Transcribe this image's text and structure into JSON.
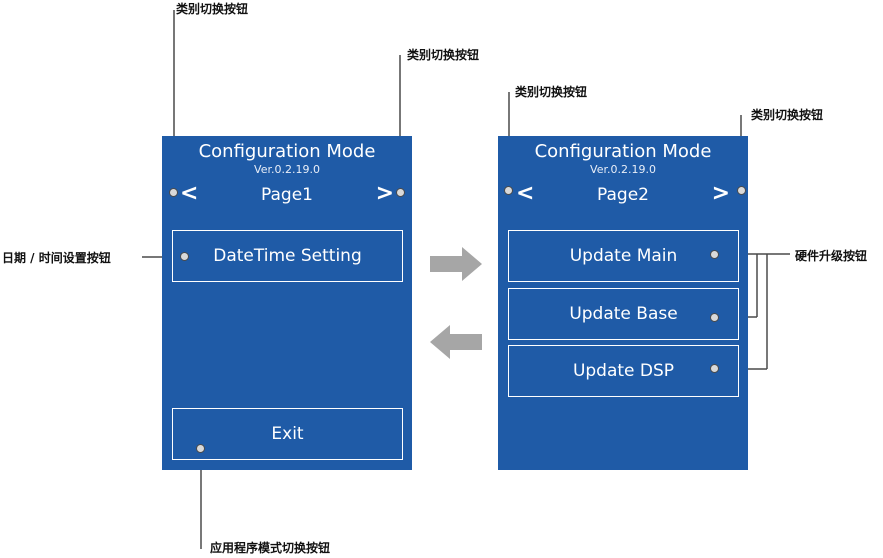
{
  "page1": {
    "title": "Configuration Mode",
    "version": "Ver.0.2.19.0",
    "page_label": "Page1",
    "prev_glyph": "<",
    "next_glyph": ">",
    "datetime_button": "DateTime Setting",
    "exit_button": "Exit"
  },
  "page2": {
    "title": "Configuration Mode",
    "version": "Ver.0.2.19.0",
    "page_label": "Page2",
    "prev_glyph": "<",
    "next_glyph": ">",
    "update_main_button": "Update Main",
    "update_base_button": "Update Base",
    "update_dsp_button": "Update DSP"
  },
  "callouts": {
    "category_switch": "类别切换按钮",
    "datetime_setting": "日期 / 时间设置按钮",
    "firmware_upgrade": "硬件升级按钮",
    "app_mode_switch": "应用程序模式切换按钮"
  },
  "colors": {
    "panel_bg": "#1f5ba7",
    "panel_text": "#ffffff",
    "nav_arrow": "#a6a6a6",
    "leader_line": "#4a4a4a"
  }
}
